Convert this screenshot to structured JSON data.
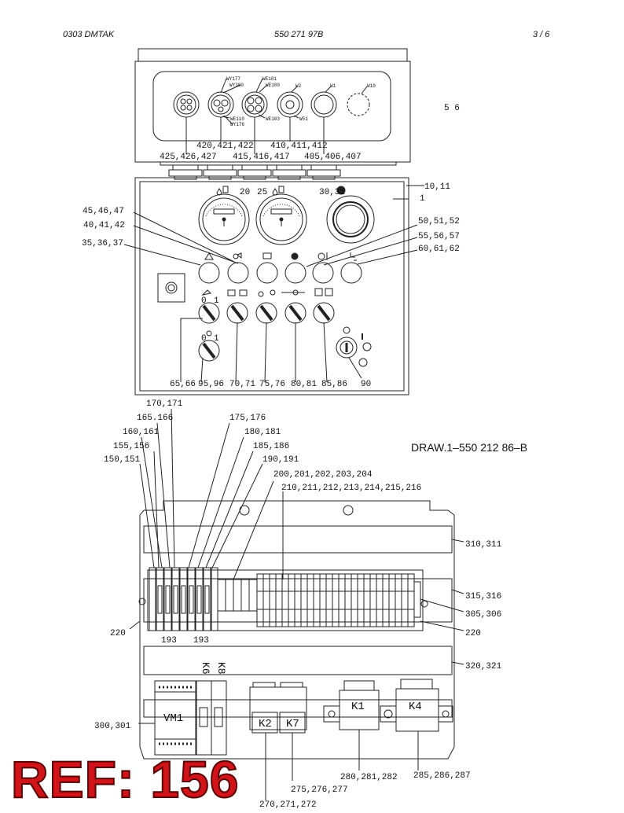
{
  "header": {
    "left": "0303 DMTAK",
    "center": "550 271 97B",
    "right": "3 /  6"
  },
  "drawing_ref": "DRAW.1–550 212 86–B",
  "ref_stamp": "REF: 156",
  "gland_tags": {
    "wy177": "WY177",
    "wy380": "WY380",
    "we101": "WE101",
    "we100": "WE100",
    "w2": "W2",
    "w1": "W1",
    "w10": "W10",
    "we110": "WE110",
    "wy176": "WY176",
    "we103": "WE103",
    "w51": "W51",
    "n56": "5 6"
  },
  "top_labels": {
    "l420": "420,421,422",
    "l410": "410,411,412",
    "l425": "425,426,427",
    "l415": "415,416,417",
    "l405": "405,406,407"
  },
  "panel_labels": {
    "l10": "10,11",
    "l1": "1",
    "l20": "20",
    "l25": "25",
    "l30": "30,31",
    "l45": "45,46,47",
    "l40": "40,41,42",
    "l35": "35,36,37",
    "l50": "50,51,52",
    "l55": "55,56,57",
    "l60": "60,61,62",
    "l65": "65,66",
    "l95": "95,96",
    "l70": "70,71",
    "l75": "75,76",
    "l80": "80,81",
    "l85": "85,86",
    "l90": "90",
    "sw0": "0",
    "sw1": "1",
    "sw0b": "0",
    "sw1b": "1"
  },
  "cabinet_labels": {
    "l170": "170,171",
    "l165": "165.166",
    "l160": "160,161",
    "l155": "155,156",
    "l150": "150,151",
    "l175": "175,176",
    "l180": "180,181",
    "l185": "185,186",
    "l190": "190,191",
    "l200": "200,201,202,203,204",
    "l210": "210,211,212,213,214,215,216",
    "l310": "310,311",
    "l315": "315,316",
    "l305": "305,306",
    "l220a": "220",
    "l220b": "220",
    "l193a": "193",
    "l193b": "193",
    "l320": "320,321",
    "l300": "300,301",
    "k6": "K6",
    "k8": "K8",
    "vm1": "VM1",
    "k2": "K2",
    "k7": "K7",
    "k1": "K1",
    "k4": "K4",
    "l280": "280,281,282",
    "l285": "285,286,287",
    "l275": "275,276,277",
    "l270": "270,271,272"
  }
}
